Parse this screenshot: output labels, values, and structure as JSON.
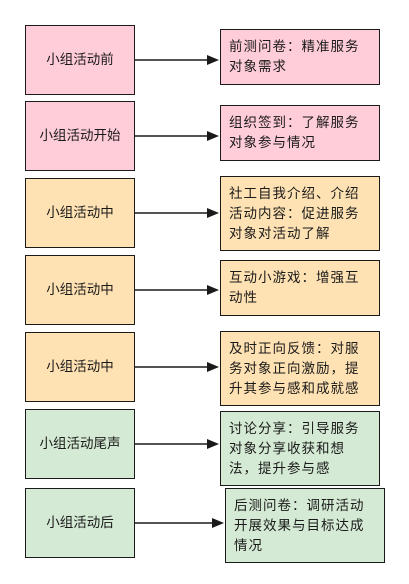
{
  "rows": [
    {
      "stage": "小组活动前",
      "detail": "前测问卷：精准服务对象需求",
      "color": "#ffccd9"
    },
    {
      "stage": "小组活动开始",
      "detail": "组织签到：了解服务对象参与情况",
      "color": "#ffccd9"
    },
    {
      "stage": "小组活动中",
      "detail": "社工自我介绍、介绍活动内容：促进服务对象对活动了解",
      "color": "#ffe2b3"
    },
    {
      "stage": "小组活动中",
      "detail": "互动小游戏：增强互动性",
      "color": "#ffe2b3"
    },
    {
      "stage": "小组活动中",
      "detail": "及时正向反馈：对服务对象正向激励，提升其参与感和成就感",
      "color": "#ffe2b3"
    },
    {
      "stage": "小组活动尾声",
      "detail": "讨论分享：引导服务对象分享收获和想法，提升参与感",
      "color": "#d4ead4"
    },
    {
      "stage": "小组活动后",
      "detail": "后测问卷：调研活动开展效果与目标达成情况",
      "color": "#d4ead4"
    }
  ]
}
